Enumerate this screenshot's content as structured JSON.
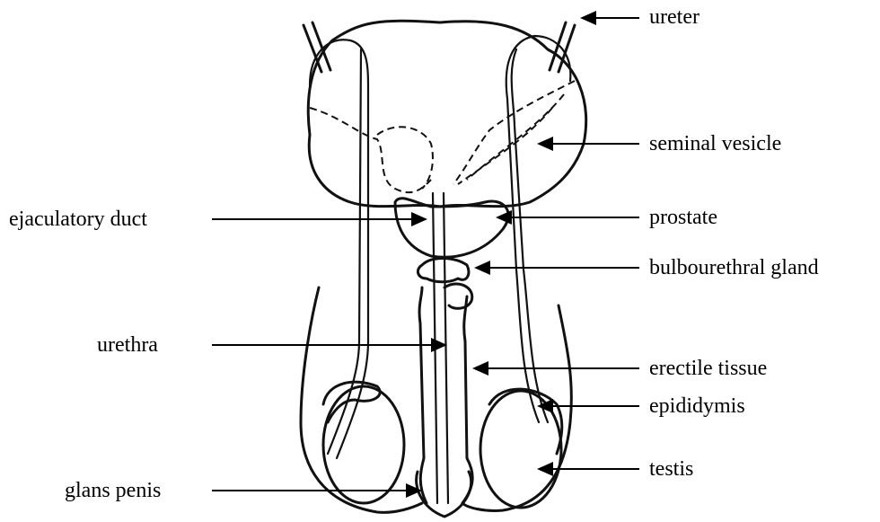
{
  "labels": {
    "ureter": "ureter",
    "seminal_vesicle": "seminal vesicle",
    "prostate": "prostate",
    "bulbourethral_gland": "bulbourethral gland",
    "erectile_tissue": "erectile tissue",
    "epididymis": "epididymis",
    "testis": "testis",
    "ejaculatory_duct": "ejaculatory duct",
    "urethra": "urethra",
    "glans_penis": "glans penis"
  }
}
